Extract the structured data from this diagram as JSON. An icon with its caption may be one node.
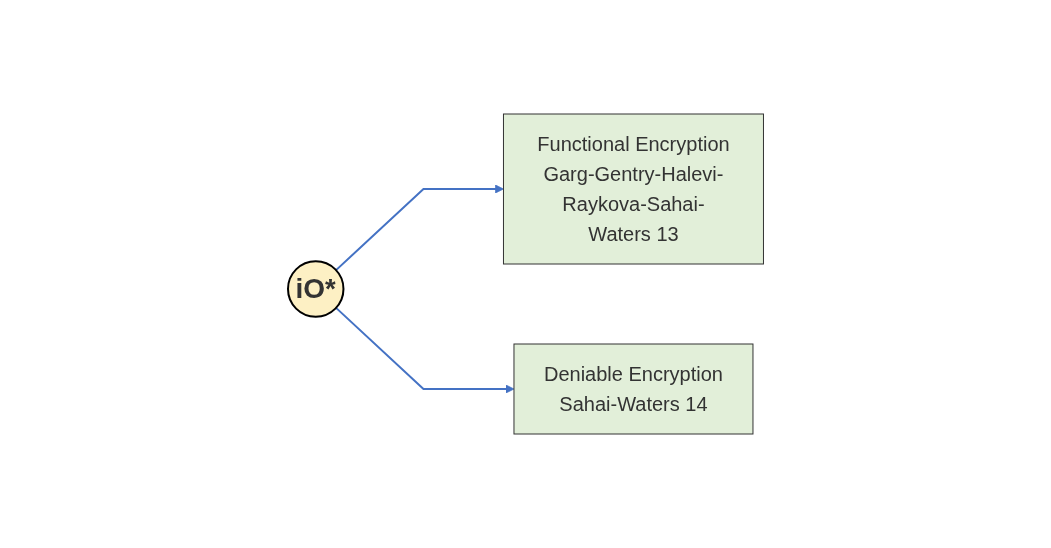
{
  "diagram": {
    "nodes": [
      {
        "text": [
          "iO*"
        ]
      },
      {
        "text": [
          "Functional Encryption",
          "Garg-Gentry-Halevi-Raykova-Sahai-Waters 13"
        ]
      },
      {
        "text": [
          "Deniable Encryption",
          "Sahai-Waters 14"
        ]
      }
    ],
    "edges": [
      {
        "from": 0,
        "to": 1,
        "arrow": "to"
      },
      {
        "from": 0,
        "to": 2,
        "arrow": "to"
      }
    ]
  }
}
